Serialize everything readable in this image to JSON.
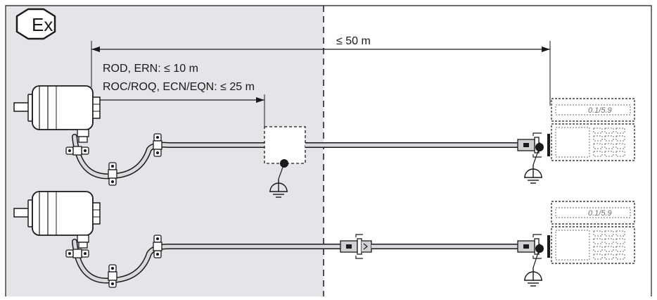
{
  "labels": {
    "ex_mark": "Ex",
    "total_length": "≤ 50 m",
    "rod_ern_length": "ROD, ERN: ≤ 10 m",
    "roc_roq_length": "ROC/ROQ, ECN/EQN: ≤ 25 m"
  },
  "colors": {
    "hazard_zone": "#e4e5e8",
    "stroke": "#1a1a1a",
    "cable_fill": "#d9dadd",
    "connector_fill": "#cfd0d3",
    "display_dash": "#6d6d6d"
  },
  "icons": {
    "ex_mark": "ex-hexagon-icon",
    "encoder": "rotary-encoder-icon",
    "ground": "ground-symbol-icon",
    "connector": "cable-connector-icon",
    "junction_box": "junction-box-icon",
    "display": "position-display-icon"
  }
}
